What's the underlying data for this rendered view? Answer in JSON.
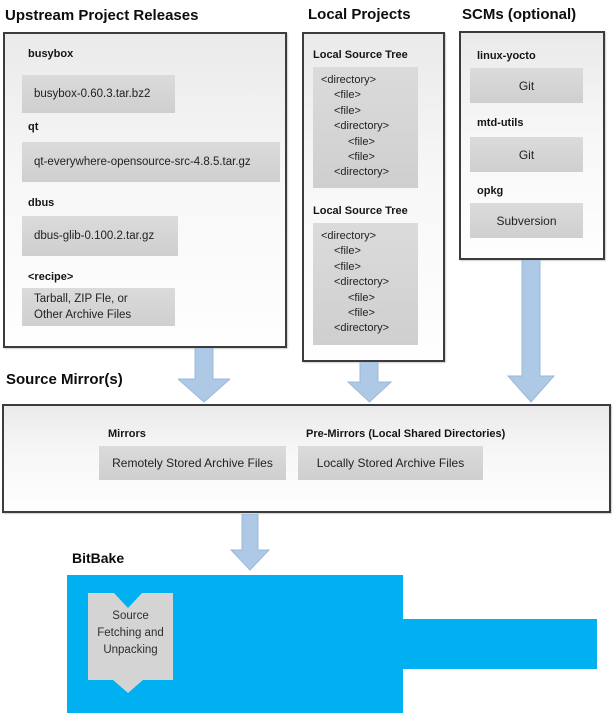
{
  "colors": {
    "bitbake_cyan": "#00b0f0",
    "arrow_fill": "#adc9e6",
    "arrow_stroke": "#9bb8d8",
    "gray_box": "#d4d4d4",
    "panel_border": "#3c3c3c"
  },
  "upstream": {
    "title": "Upstream Project Releases",
    "items": [
      {
        "label": "busybox",
        "lines": [
          "busybox-0.60.3.tar.bz2"
        ]
      },
      {
        "label": "qt",
        "lines": [
          "qt-everywhere-opensource-src-4.8.5.tar.gz"
        ]
      },
      {
        "label": "dbus",
        "lines": [
          "dbus-glib-0.100.2.tar.gz"
        ]
      },
      {
        "label": "<recipe>",
        "lines": [
          "Tarball, ZIP Fle, or",
          "Other Archive Files"
        ]
      }
    ]
  },
  "local_projects": {
    "title": "Local Projects",
    "trees": [
      {
        "label": "Local Source Tree",
        "lines": [
          {
            "text": "<directory>",
            "indent": 0
          },
          {
            "text": "<file>",
            "indent": 1
          },
          {
            "text": "<file>",
            "indent": 1
          },
          {
            "text": "<directory>",
            "indent": 1
          },
          {
            "text": "<file>",
            "indent": 2
          },
          {
            "text": "<file>",
            "indent": 2
          },
          {
            "text": "<directory>",
            "indent": 1
          }
        ]
      },
      {
        "label": "Local Source Tree",
        "lines": [
          {
            "text": "<directory>",
            "indent": 0
          },
          {
            "text": "<file>",
            "indent": 1
          },
          {
            "text": "<file>",
            "indent": 1
          },
          {
            "text": "<directory>",
            "indent": 1
          },
          {
            "text": "<file>",
            "indent": 2
          },
          {
            "text": "<file>",
            "indent": 2
          },
          {
            "text": "<directory>",
            "indent": 1
          }
        ]
      }
    ]
  },
  "scms": {
    "title": "SCMs (optional)",
    "items": [
      {
        "label": "linux-yocto",
        "tool": "Git"
      },
      {
        "label": "mtd-utils",
        "tool": "Git"
      },
      {
        "label": "opkg",
        "tool": "Subversion"
      }
    ]
  },
  "source_mirrors": {
    "title": "Source Mirror(s)",
    "mirrors": {
      "label": "Mirrors",
      "box": "Remotely Stored Archive Files"
    },
    "premirrors": {
      "label": "Pre-Mirrors (Local Shared Directories)",
      "box": "Locally Stored Archive Files"
    }
  },
  "bitbake": {
    "title": "BitBake",
    "ribbon": {
      "lines": [
        "Source",
        "Fetching and",
        "Unpacking"
      ]
    }
  }
}
